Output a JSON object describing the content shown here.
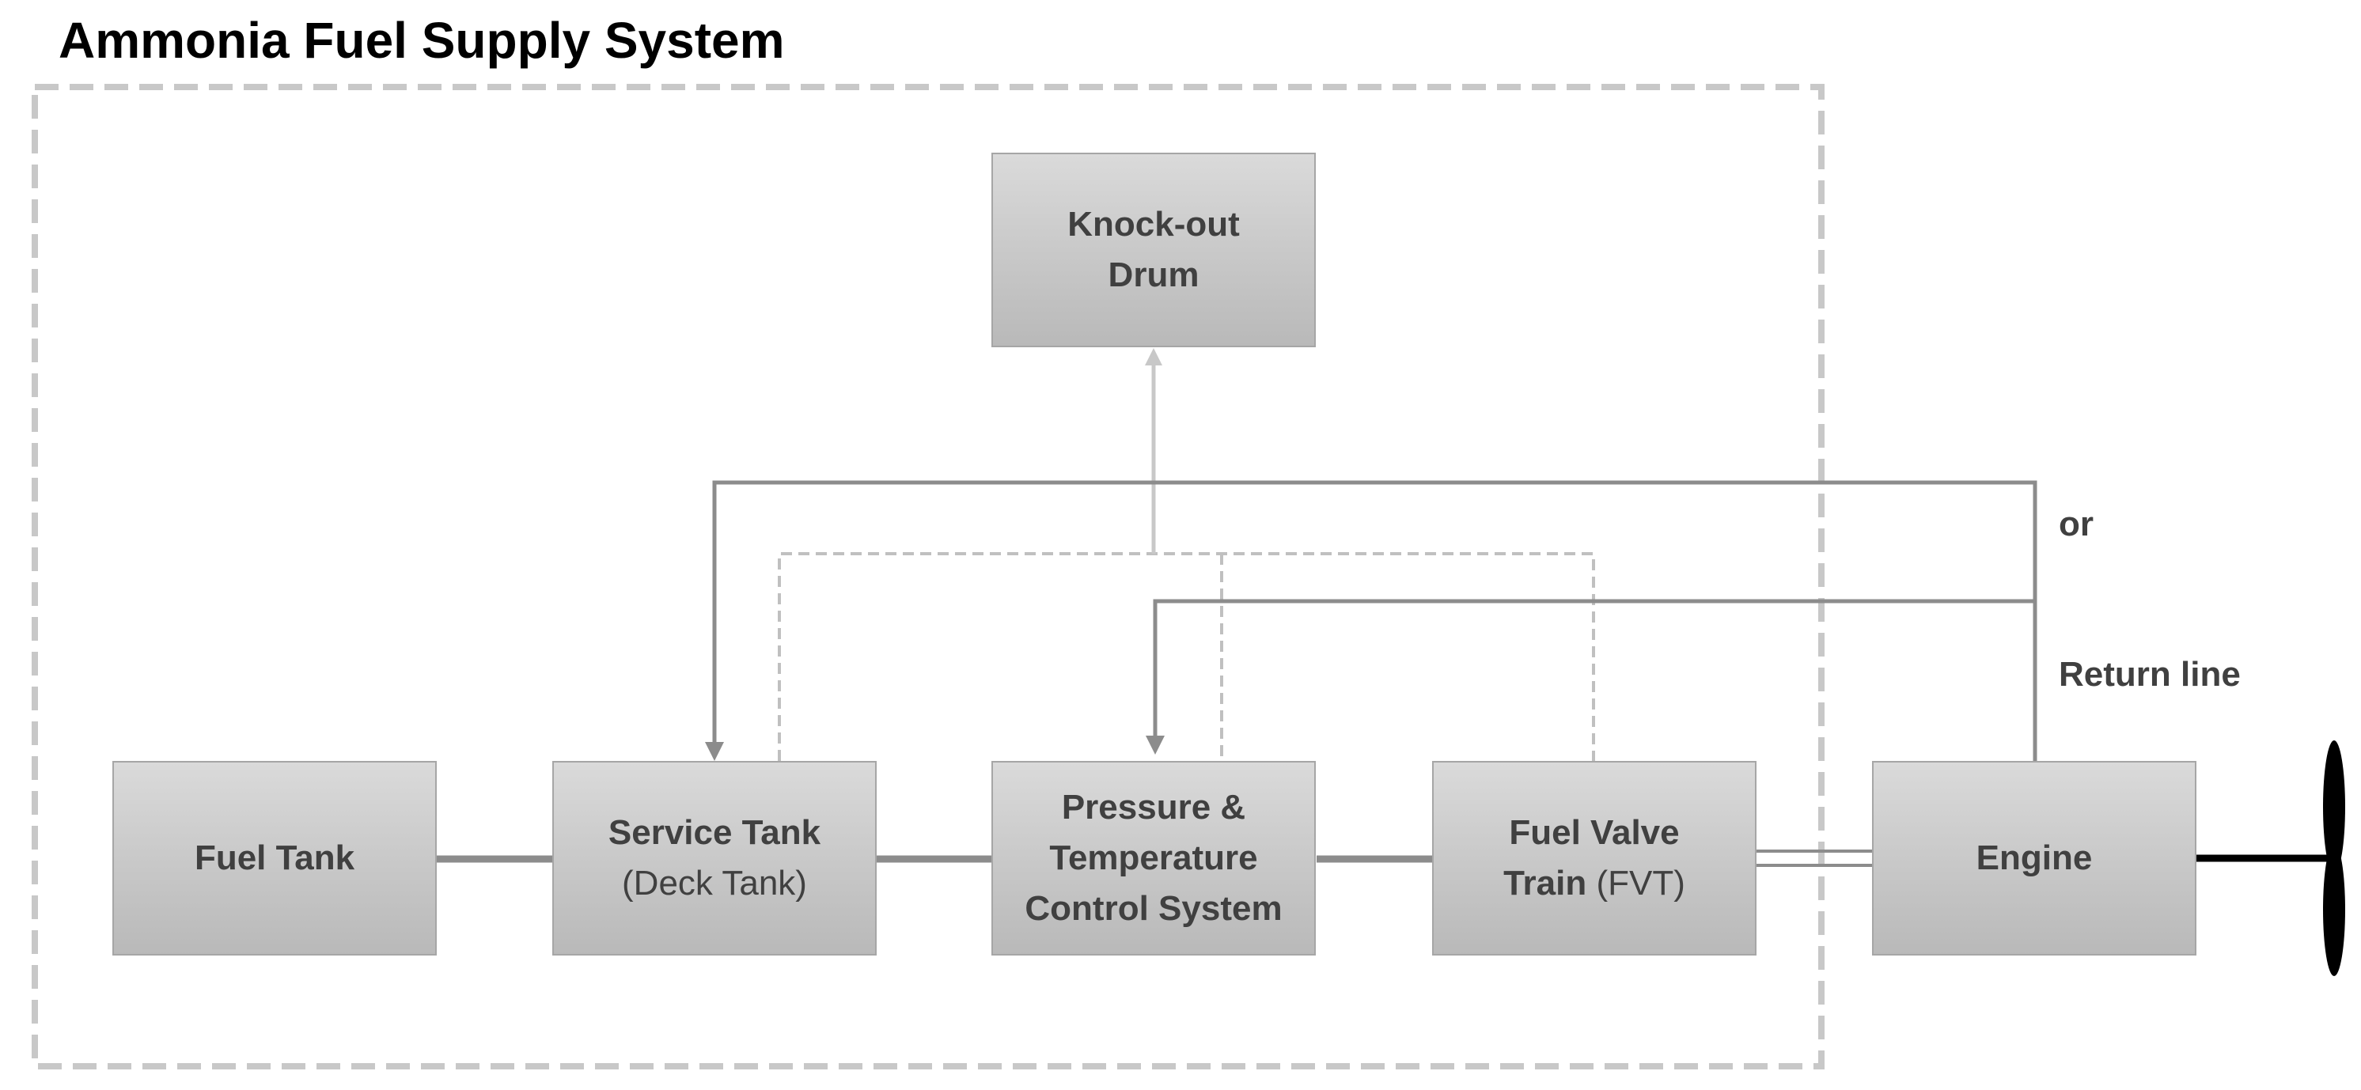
{
  "title": "Ammonia Fuel Supply System",
  "boxes": {
    "knockout": {
      "line1": "Knock-out",
      "line2": "Drum"
    },
    "fuel_tank": {
      "label": "Fuel Tank"
    },
    "service_tank": {
      "bold": "Service Tank",
      "normal": "(Deck Tank)"
    },
    "ptcs": {
      "line1": "Pressure &",
      "line2": "Temperature",
      "line3": "Control System"
    },
    "fvt": {
      "line1": "Fuel Valve",
      "bold2": "Train",
      "normal2": "(FVT)"
    },
    "engine": {
      "label": "Engine"
    }
  },
  "labels": {
    "or": "or",
    "return_line": "Return line"
  },
  "colors": {
    "box_fill_top": "#dadada",
    "box_fill_bottom": "#b9b9b9",
    "text": "#404040",
    "line": "#7f7f7f",
    "dashed": "#bfbfbf",
    "propeller": "#000000"
  }
}
